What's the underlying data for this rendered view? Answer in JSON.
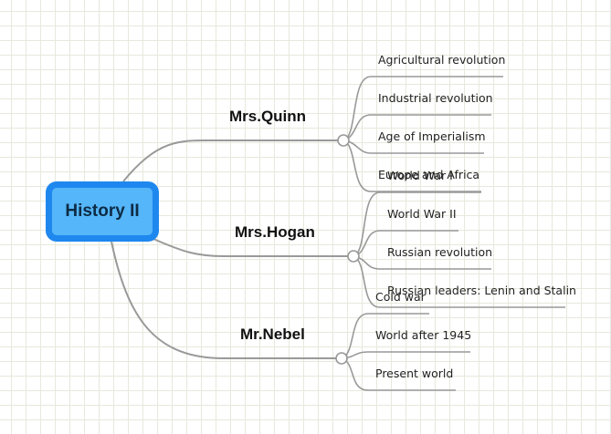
{
  "root": {
    "label": "History II"
  },
  "colors": {
    "root_outer": "#1e88ef",
    "root_inner": "#55b6f9",
    "lines": "#999999"
  },
  "branches": [
    {
      "label": "Mrs.Quinn",
      "children": [
        "Agricultural revolution",
        "Industrial revolution",
        "Age of Imperialism",
        "Europe and Africa"
      ]
    },
    {
      "label": "Mrs.Hogan",
      "children": [
        "World War I",
        "World War II",
        "Russian revolution",
        "Russian leaders: Lenin and Stalin"
      ]
    },
    {
      "label": "Mr.Nebel",
      "children": [
        "Cold war",
        "World after 1945",
        "Present world"
      ]
    }
  ]
}
